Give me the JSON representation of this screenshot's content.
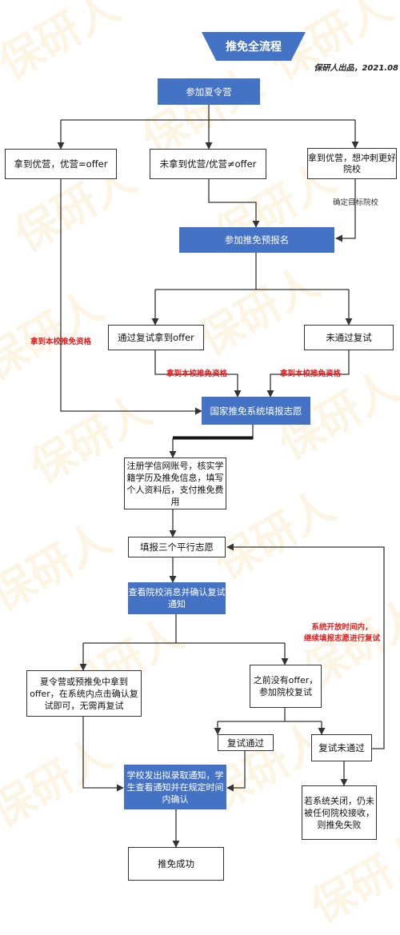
{
  "title": "推免全流程",
  "credit": "保研人出品，2021.08",
  "watermark": "保研人",
  "nodes": {
    "summer_camp": "参加夏令营",
    "camp_offer": "拿到优营，优营=offer",
    "camp_no_offer": "未拿到优营/优营≠offer",
    "camp_offer_better": "拿到优营，想冲刺更好院校",
    "pre_reg": "参加推免预报名",
    "pass_retest": "通过复试拿到offer",
    "fail_retest": "未通过复试",
    "national_system": "国家推免系统填报志愿",
    "register": "注册学信网账号，核实学籍学历及推免信息，填写个人资料后，支付推免费用",
    "fill_three": "填报三个平行志愿",
    "check_notice": "查看院校消息并确认复试通知",
    "confirm_offer": "夏令营或预推免中拿到offer，在系统内点击确认复试即可，无需再复试",
    "no_offer_retest": "之前没有offer，参加院校复试",
    "retest_pass": "复试通过",
    "retest_fail": "复试未通过",
    "admission_notice": "学校发出拟录取通知，学生查看通知并在规定时间内确认",
    "closed_fail": "若系统关闭，仍未被任何院校接收，则推免失败",
    "success": "推免成功"
  },
  "labels": {
    "target_school": "确定目标院校",
    "own_school_left": "拿到本校推免资格",
    "own_school_mid": "拿到本校推免资格",
    "own_school_right": "拿到本校推免资格",
    "loop_note": "系统开放时间内，\n继续填报志愿进行复试"
  },
  "colors": {
    "box_blue": "#4472c4",
    "line": "#333333",
    "red_text": "#e02020"
  }
}
